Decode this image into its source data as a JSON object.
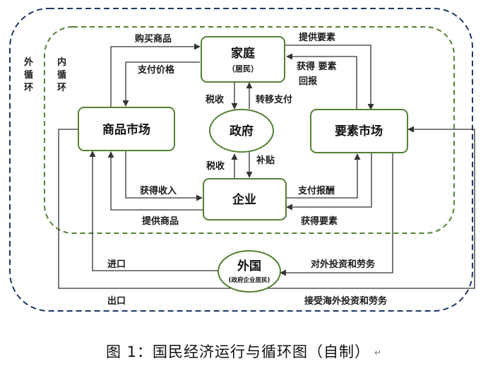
{
  "diagram": {
    "rings": {
      "outer": [
        "外",
        "循",
        "环"
      ],
      "inner": [
        "内",
        "循",
        "环"
      ]
    },
    "nodes": {
      "household": {
        "title": "家庭",
        "subtitle": "（居民）"
      },
      "goods_market": {
        "title": "商品市场"
      },
      "government": {
        "title": "政府"
      },
      "factor_market": {
        "title": "要素市场"
      },
      "enterprise": {
        "title": "企业"
      },
      "foreign": {
        "title": "外国",
        "subtitle": "(政府企业居民)"
      }
    },
    "edges": {
      "buy_goods": "购买商品",
      "pay_price": "支付价格",
      "provide_factors": "提供要素",
      "gain_factor_returns": "获得 要素",
      "returns": "回报",
      "tax_household": "税收",
      "transfer_payment": "转移支付",
      "tax_enterprise": "税收",
      "subsidy": "补贴",
      "gain_income": "获得收入",
      "provide_goods": "提供商品",
      "pay_remuneration": "支付报酬",
      "obtain_factors": "获得要素",
      "imports": "进口",
      "exports": "出口",
      "outward_investment": "对外投资和劳务",
      "accept_foreign_investment": "接受海外投资和劳务"
    }
  },
  "caption": {
    "text": "图 1：国民经济运行与循环图（自制）",
    "mark": "↵"
  },
  "colors": {
    "outer_ring": "#1f3864",
    "inner_ring": "#548235",
    "node_border": "#548235",
    "line": "#333333"
  }
}
